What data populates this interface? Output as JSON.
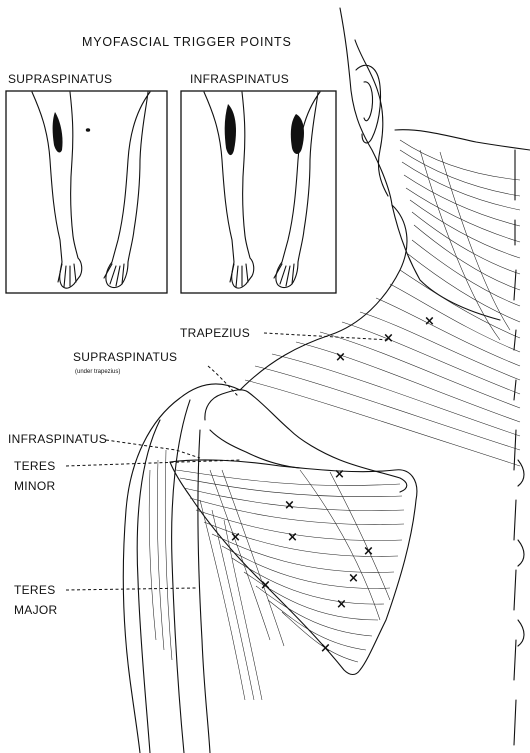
{
  "figure": {
    "title": "MYOFASCIAL TRIGGER POINTS",
    "panels": [
      {
        "title": "SUPRASPINATUS"
      },
      {
        "title": "INFRASPINATUS"
      }
    ],
    "labels": {
      "trapezius": "TRAPEZIUS",
      "supraspinatus": "SUPRASPINATUS",
      "supraspinatus_note": "(under trapezius)",
      "infraspinatus": "INFRASPINATUS",
      "teres_minor_1": "TERES",
      "teres_minor_2": "MINOR",
      "teres_major_1": "TERES",
      "teres_major_2": "MAJOR"
    },
    "trigger_marker": "×"
  }
}
